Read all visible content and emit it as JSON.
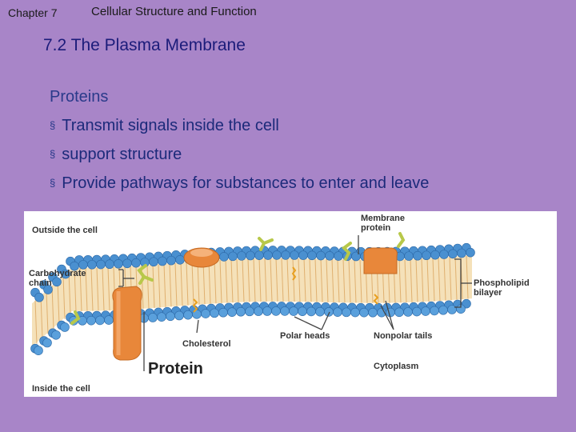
{
  "header": {
    "chapter": "Chapter 7",
    "subject": "Cellular Structure and Function"
  },
  "slide": {
    "title": "7.2 The Plasma Membrane",
    "heading": "Proteins",
    "bullets": [
      "Transmit signals inside the cell",
      "support structure",
      "Provide pathways for substances to enter and leave"
    ]
  },
  "figure": {
    "labels": {
      "outside": "Outside the cell",
      "membrane_protein_1": "Membrane",
      "membrane_protein_2": "protein",
      "carbohydrate_1": "Carbohydrate",
      "carbohydrate_2": "chain",
      "phospholipid_1": "Phospholipid",
      "phospholipid_2": "bilayer",
      "cholesterol": "Cholesterol",
      "polar_heads": "Polar heads",
      "nonpolar_tails": "Nonpolar tails",
      "cytoplasm": "Cytoplasm",
      "protein": "Protein",
      "inside": "Inside the cell"
    },
    "colors": {
      "head": "#4a90d0",
      "protein": "#e8873a",
      "carbohydrate": "#b8c84a",
      "cholesterol": "#e8a020"
    }
  }
}
